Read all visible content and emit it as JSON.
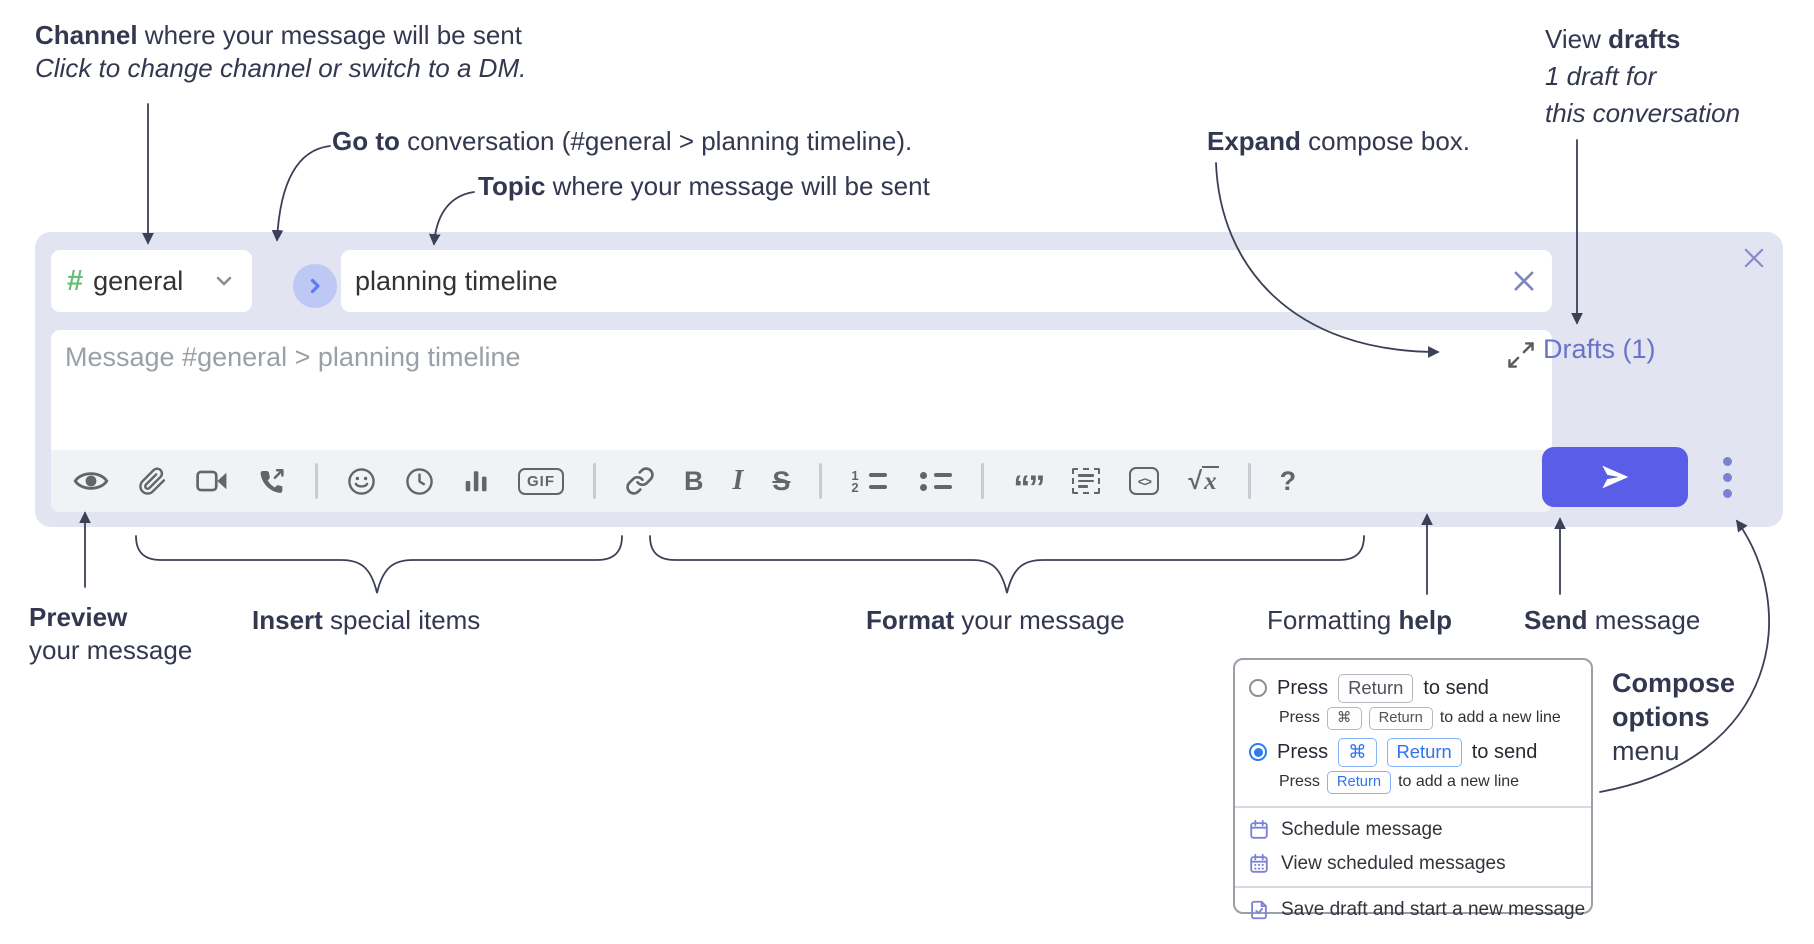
{
  "annotations": {
    "channel": {
      "bold": "Channel",
      "rest": " where your message will be sent",
      "sub": "Click to change channel or switch to a DM."
    },
    "goto": {
      "bold": "Go to",
      "rest": " conversation (#general > planning timeline)."
    },
    "topic": {
      "bold": "Topic",
      "rest": " where your message will be sent"
    },
    "expand": {
      "bold": "Expand",
      "rest": " compose box."
    },
    "drafts": {
      "pre": "View ",
      "bold": "drafts",
      "line2": "1 draft for",
      "line3": "this conversation"
    },
    "preview": {
      "bold": "Preview",
      "line2": "your message"
    },
    "insert": {
      "bold": "Insert",
      "rest": " special items"
    },
    "format": {
      "bold": "Format",
      "rest": " your message"
    },
    "help": {
      "pre": "Formatting ",
      "bold": "help"
    },
    "send": {
      "bold": "Send",
      "rest": " message"
    },
    "compose_options": {
      "line1": "Compose",
      "line2": "options",
      "line3": "menu"
    }
  },
  "compose": {
    "channel_hash": "#",
    "channel_name": "general",
    "topic_value": "planning timeline",
    "message_placeholder": "Message #general > planning timeline",
    "drafts_link": "Drafts (1)"
  },
  "toolbar": {
    "gif": "GIF",
    "bold_glyph": "B",
    "italic_glyph": "I",
    "strike_glyph": "S",
    "num1": "1",
    "num2": "2",
    "quote_glyph": "“”",
    "code_glyph": "<>",
    "sqrt_glyph": "√",
    "math_x": "x",
    "help_glyph": "?"
  },
  "popup": {
    "option1": {
      "press": "Press",
      "key1": "Return",
      "suffix": "to send"
    },
    "option1_sub": {
      "press": "Press",
      "key1": "⌘",
      "key2": "Return",
      "suffix": "to add a new line"
    },
    "option2": {
      "press": "Press",
      "key1": "⌘",
      "key2": "Return",
      "suffix": "to send"
    },
    "option2_sub": {
      "press": "Press",
      "key1": "Return",
      "suffix": "to add a new line"
    },
    "schedule": "Schedule message",
    "view_scheduled": "View scheduled messages",
    "save_draft": "Save draft and start a new message"
  },
  "colors": {
    "compose_bg": "#e2e4f1",
    "send_button": "#5a5de8",
    "drafts_link": "#6a73c5",
    "hash_green": "#68bd79",
    "goto_circle": "#bdc8f4",
    "radio_selected": "#2e7cf0",
    "kbd_blue": "#2f74ee",
    "menu_icon_purple": "#7b81d8",
    "annotation_text": "#333850"
  }
}
